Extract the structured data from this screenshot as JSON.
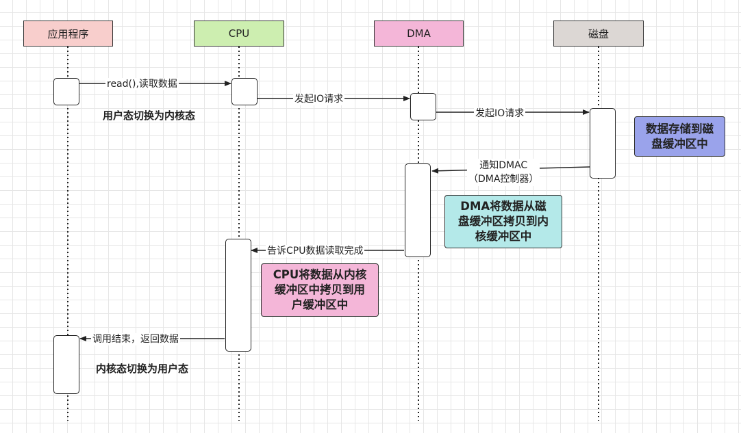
{
  "participants": {
    "app": "应用程序",
    "cpu": "CPU",
    "dma": "DMA",
    "disk": "磁盘"
  },
  "messages": {
    "read": "read(),读取数据",
    "cpu_to_dma": "发起IO请求",
    "dma_to_disk": "发起IO请求",
    "notify_dmac": "通知DMAC\n（DMA控制器）",
    "tell_cpu": "告诉CPU数据读取完成",
    "return": "调用结束，返回数据"
  },
  "notes": {
    "user_to_kernel": "用户态切换为内核态",
    "kernel_to_user": "内核态切换为用户态"
  },
  "callouts": {
    "disk_store": "数据存储到磁\n盘缓冲区中",
    "dma_copy": "DMA将数据从磁\n盘缓冲区拷贝到内\n核缓冲区中",
    "cpu_copy": "CPU将数据从内核\n缓冲区中拷贝到用\n户缓冲区中"
  },
  "colors": {
    "app": "#f8cecc",
    "cpu": "#cdeeb0",
    "dma": "#f4b6d8",
    "disk": "#dcd7d4",
    "disk_store": "#9aa3eb",
    "dma_copy": "#b4e9e9",
    "cpu_copy": "#f4b6d8"
  }
}
